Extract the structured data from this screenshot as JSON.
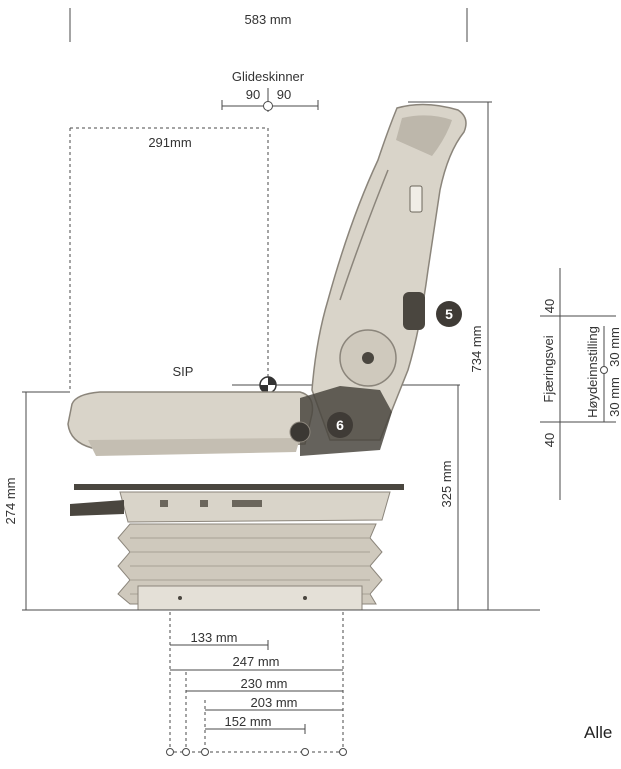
{
  "dimensions": {
    "top_width": "583 mm",
    "rails_label": "Glideskinner",
    "rail_left": "90",
    "rail_right": "90",
    "sip_offset": "291mm",
    "sip_label": "SIP",
    "seat_height": "274 mm",
    "sip_height": "325 mm",
    "total_height": "734 mm",
    "mount_133": "133 mm",
    "mount_247": "247 mm",
    "mount_230": "230 mm",
    "mount_203": "203 mm",
    "mount_152": "152 mm"
  },
  "adjustments": {
    "suspension_label": "Fjæringsvei",
    "height_label": "Høydeinnstilling",
    "susp_top": "40",
    "susp_bottom": "40",
    "height_top": "30 mm",
    "height_bottom": "30 mm"
  },
  "badges": {
    "five": "5",
    "six": "6"
  },
  "footer": {
    "note": "Alle"
  },
  "colors": {
    "seat_fill": "#d9d4c9",
    "seat_dark": "#4a463f",
    "lines": "#4a4a4a"
  }
}
